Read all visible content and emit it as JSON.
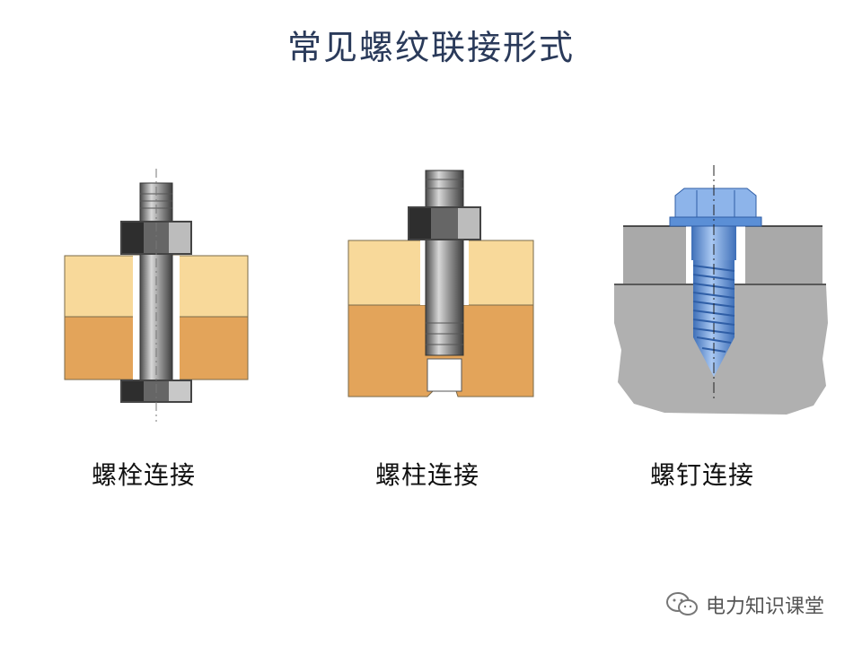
{
  "title": "常见螺纹联接形式",
  "figures": [
    {
      "id": "bolt",
      "caption": "螺栓连接",
      "icon": "bolt-connection-illustration"
    },
    {
      "id": "stud",
      "caption": "螺柱连接",
      "icon": "stud-connection-illustration"
    },
    {
      "id": "screw",
      "caption": "螺钉连接",
      "icon": "screw-connection-illustration"
    }
  ],
  "watermark": {
    "text": "电力知识课堂",
    "icon": "wechat-icon"
  },
  "colors": {
    "title": "#2a3a5a",
    "plate_light": "#f8d99a",
    "plate_dark": "#e3a45a",
    "steel": "#8a8a8a",
    "nut_dark": "#333333",
    "screw_blue": "#5b8fd6",
    "block_gray": "#a9a9a9"
  }
}
